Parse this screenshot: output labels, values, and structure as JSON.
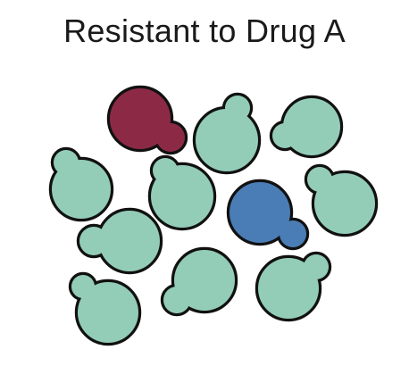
{
  "title": "Resistant to Drug A",
  "colors": {
    "normal": "#93cdb8",
    "resistant_red": "#8c2a46",
    "resistant_blue": "#4a7db5",
    "outline": "#111111"
  },
  "cells": [
    {
      "name": "cell-red",
      "color": "resistant_red"
    },
    {
      "name": "cell-green-1",
      "color": "normal"
    },
    {
      "name": "cell-green-2",
      "color": "normal"
    },
    {
      "name": "cell-green-3",
      "color": "normal"
    },
    {
      "name": "cell-green-4",
      "color": "normal"
    },
    {
      "name": "cell-blue",
      "color": "resistant_blue"
    },
    {
      "name": "cell-green-5",
      "color": "normal"
    },
    {
      "name": "cell-green-6",
      "color": "normal"
    },
    {
      "name": "cell-green-7",
      "color": "normal"
    },
    {
      "name": "cell-green-8",
      "color": "normal"
    },
    {
      "name": "cell-green-9",
      "color": "normal"
    }
  ]
}
